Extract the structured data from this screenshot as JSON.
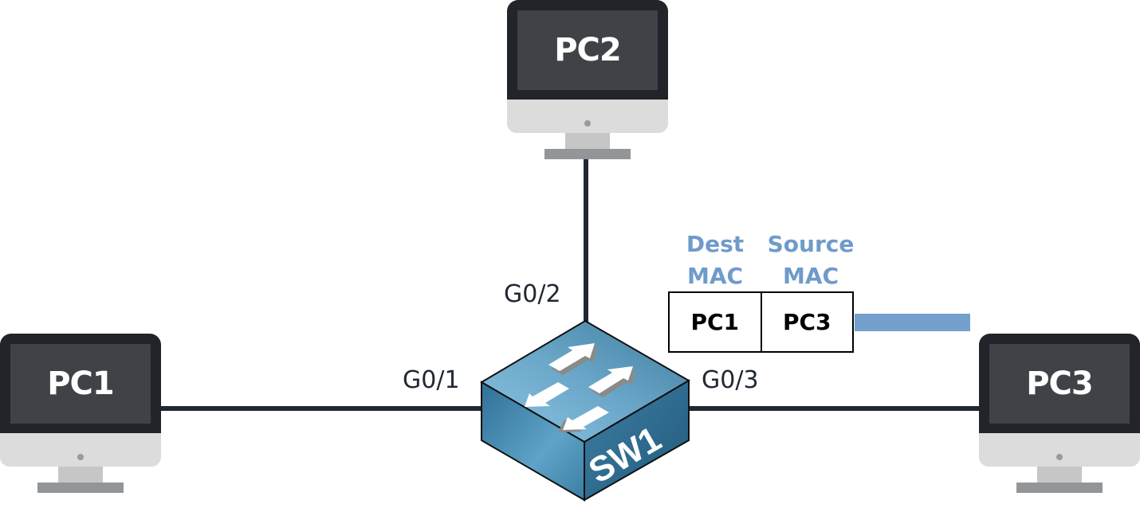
{
  "diagram": {
    "title": "",
    "switch": {
      "label": "SW1",
      "color": "#4f8fb3"
    },
    "pcs": [
      {
        "id": "pc1",
        "label": "PC1"
      },
      {
        "id": "pc2",
        "label": "PC2"
      },
      {
        "id": "pc3",
        "label": "PC3"
      }
    ],
    "ports": [
      {
        "label": "G0/1",
        "connects": "PC1"
      },
      {
        "label": "G0/2",
        "connects": "PC2"
      },
      {
        "label": "G0/3",
        "connects": "PC3"
      }
    ],
    "frame": {
      "headers": [
        "Dest MAC",
        "Source MAC"
      ],
      "header_lines": [
        [
          "Dest",
          "MAC"
        ],
        [
          "Source",
          "MAC"
        ]
      ],
      "fields": [
        "PC1",
        "PC3"
      ],
      "header_color": "#6f9bca",
      "bar_color": "#73a0cc"
    },
    "cable_color": "#212833"
  }
}
